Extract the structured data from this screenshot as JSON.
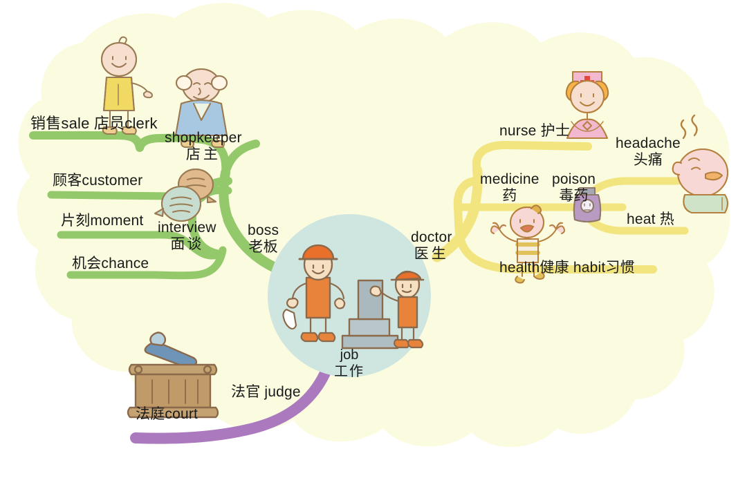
{
  "poster": {
    "title": "job 工作 mind map",
    "background_color": "#ffffff",
    "blob_color": "#fbfbdf"
  },
  "center": {
    "label_en": "job",
    "label_zh": "工作",
    "circle_color": "#cfe5e0",
    "illustration": "construction-workers"
  },
  "branches": [
    {
      "id": "green",
      "color": "#93c96a",
      "root_label_en": "boss",
      "root_label_zh": "老板",
      "nodes": [
        {
          "id": "sale-clerk",
          "text": "销售sale 店员clerk"
        },
        {
          "id": "shopkeeper",
          "en": "shopkeeper",
          "zh": "店主"
        },
        {
          "id": "customer",
          "text": "顾客customer"
        },
        {
          "id": "moment",
          "text": "片刻moment"
        },
        {
          "id": "interview",
          "en": "interview",
          "zh": "面谈"
        },
        {
          "id": "chance",
          "text": "机会chance"
        }
      ]
    },
    {
      "id": "yellow",
      "color": "#f2e47e",
      "root_label_en": "doctor",
      "root_label_zh": "医生",
      "nodes": [
        {
          "id": "nurse",
          "text": "nurse 护士"
        },
        {
          "id": "headache",
          "en": "headache",
          "zh": "头痛"
        },
        {
          "id": "medicine",
          "en": "medicine",
          "zh": "药"
        },
        {
          "id": "poison",
          "en": "poison",
          "zh": "毒药"
        },
        {
          "id": "heat",
          "text": "heat 热"
        },
        {
          "id": "health-habit",
          "text": "health健康 habit习惯"
        }
      ]
    },
    {
      "id": "purple",
      "color": "#ab79bd",
      "root_label_en": "judge",
      "root_label_zh": "法官",
      "nodes": [
        {
          "id": "judge",
          "text": "法官 judge"
        },
        {
          "id": "court",
          "text": "法庭court"
        }
      ]
    }
  ],
  "labels": {
    "sale_clerk": "销售sale 店员clerk",
    "shopkeeper_en": "shopkeeper",
    "shopkeeper_zh": "店主",
    "customer": "顾客customer",
    "moment": "片刻moment",
    "interview_en": "interview",
    "interview_zh": "面谈",
    "chance": "机会chance",
    "boss_en": "boss",
    "boss_zh": "老板",
    "job_en": "job",
    "job_zh": "工作",
    "doctor_en": "doctor",
    "doctor_zh": "医生",
    "nurse": "nurse 护士",
    "headache_en": "headache",
    "headache_zh": "头痛",
    "medicine_en": "medicine",
    "medicine_zh": "药",
    "poison_en": "poison",
    "poison_zh": "毒药",
    "heat": "heat 热",
    "health_habit": "health健康 habit习惯",
    "judge": "法官 judge",
    "court": "法庭court"
  },
  "illustrations": [
    {
      "id": "clerk-figure",
      "name": "clerk-person",
      "desc": "child in yellow shirt pointing"
    },
    {
      "id": "shopkeeper-figure",
      "name": "shopkeeper-person",
      "desc": "plump person in blue robe"
    },
    {
      "id": "interview-bubbles",
      "name": "speech-bubbles",
      "desc": "two overlapping speech bubbles"
    },
    {
      "id": "nurse-figure",
      "name": "nurse-person",
      "desc": "nurse with red-cross cap, pink dress"
    },
    {
      "id": "headache-figure",
      "name": "headache-person",
      "desc": "person grimacing with pain marks"
    },
    {
      "id": "poison-bottle",
      "name": "poison-bottle",
      "desc": "purple bottle with skull label"
    },
    {
      "id": "health-child",
      "name": "health-child",
      "desc": "happy child with arms raised, striped shirt"
    },
    {
      "id": "court-gavel",
      "name": "court-bench-gavel",
      "desc": "wooden judge bench with blue gavel"
    },
    {
      "id": "job-workers",
      "name": "construction-workers",
      "desc": "two workers with helmets, wrench and blocks"
    }
  ]
}
